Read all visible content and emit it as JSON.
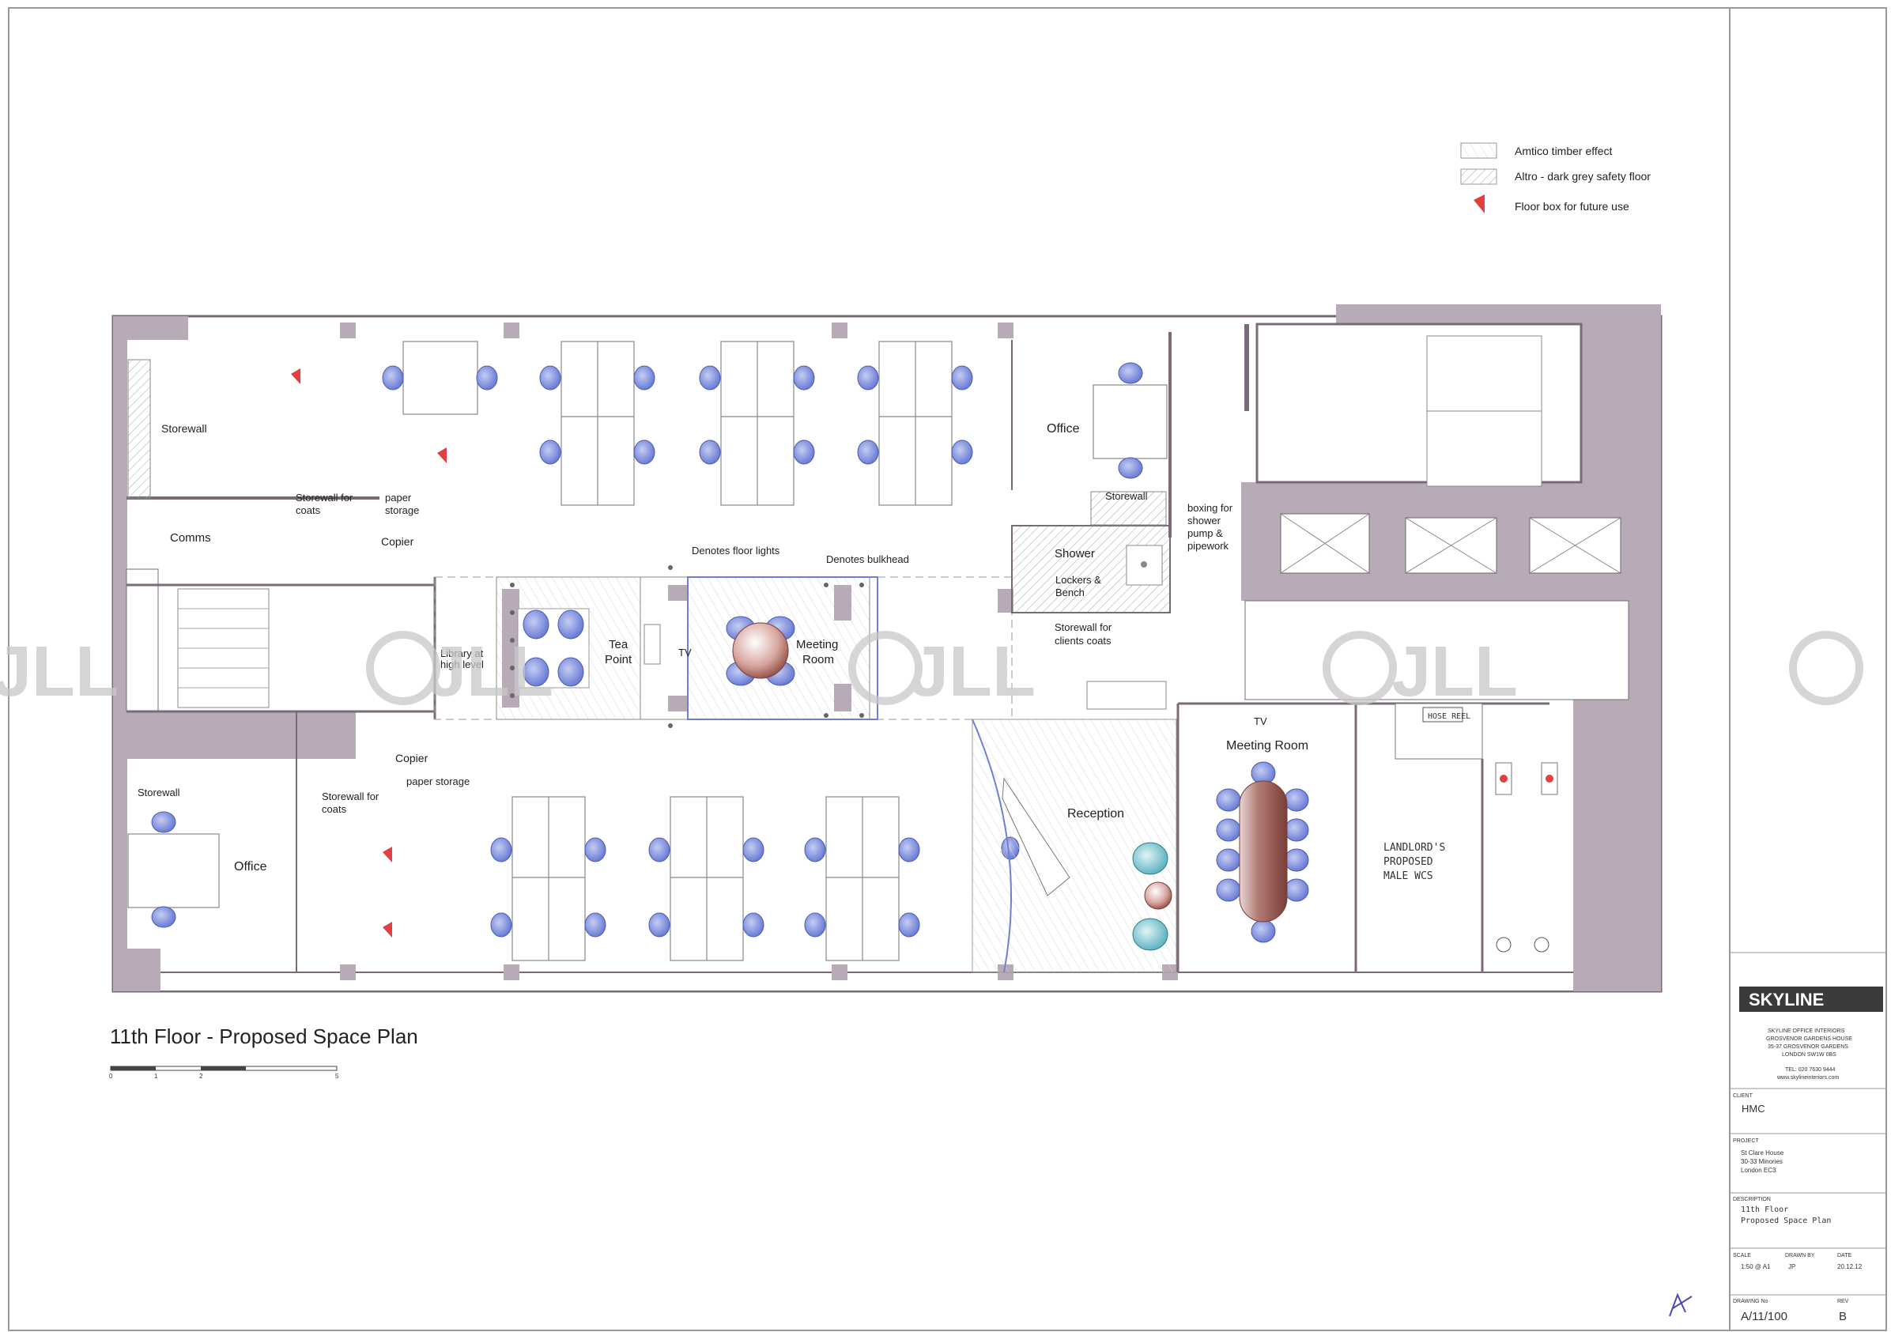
{
  "legend": {
    "amtico": "Amtico timber effect",
    "altro": "Altro - dark grey safety floor",
    "floor_box": "Floor box for future use"
  },
  "labels": {
    "storewall_top": "Storewall",
    "storewall_for": "Storewall for",
    "coats": "coats",
    "paper": "paper",
    "storage": "storage",
    "comms": "Comms",
    "copier": "Copier",
    "denotes_floor_lights": "Denotes floor lights",
    "denotes_bulkhead": "Denotes bulkhead",
    "library_at": "Library at",
    "high_level": "high level",
    "tea": "Tea",
    "point": "Point",
    "tv": "TV",
    "meeting": "Meeting",
    "room": "Room",
    "office": "Office",
    "storewall": "Storewall",
    "boxing_for": "boxing for",
    "shower_l": "shower",
    "pump_and": "pump &",
    "pipework": "pipework",
    "shower": "Shower",
    "lockers_and": "Lockers &",
    "bench": "Bench",
    "storewall_for_clients": "Storewall for",
    "clients_coats": "clients coats",
    "reception": "Reception",
    "meeting_room": "Meeting Room",
    "landlords": "LANDLORD'S",
    "proposed": "PROPOSED",
    "male_wcs": "MALE WCS",
    "hose_reel": "HOSE REEL",
    "copier_bottom": "Copier",
    "paper_storage": "paper storage",
    "storewall_bottom": "Storewall",
    "storewall_for_bottom": "Storewall for",
    "coats_bottom": "coats",
    "office_bottom": "Office"
  },
  "plan_title": "11th Floor - Proposed Space Plan",
  "scale_bar": {
    "ticks": [
      "0",
      "1",
      "2",
      "5"
    ]
  },
  "watermark": "JLL",
  "title_block": {
    "company_logo": "SKYLINE",
    "company_lines": [
      "SKYLINE OFFICE INTERIORS",
      "GROSVENOR GARDENS HOUSE",
      "35-37 GROSVENOR GARDENS",
      "LONDON SW1W 0BS",
      "TEL: 020 7630 9444",
      "www.skylineinteriors.com"
    ],
    "client_label": "CLIENT",
    "client": "HMC",
    "project_label": "PROJECT",
    "project_lines": [
      "St Clare House",
      "30-33 Minories",
      "London EC3"
    ],
    "description_label": "DESCRIPTION",
    "description_lines": [
      "11th Floor",
      "Proposed Space Plan"
    ],
    "scale_label": "SCALE",
    "scale": "1:50 @ A1",
    "drawn_by_label": "DRAWN BY",
    "drawn_by": "JP",
    "date_label": "DATE",
    "date": "20.12.12",
    "drawing_no_label": "DRAWING No",
    "drawing_no": "A/11/100",
    "rev_label": "REV",
    "rev": "B"
  }
}
